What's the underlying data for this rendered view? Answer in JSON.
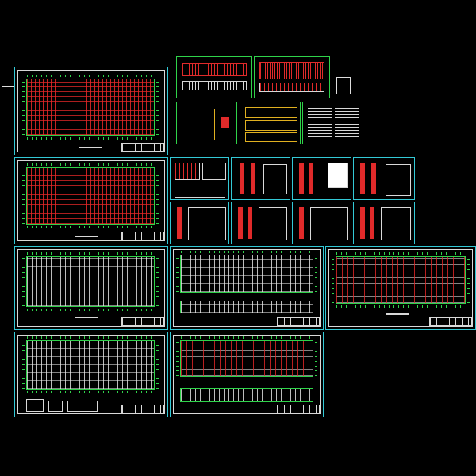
{
  "drawing": {
    "background": "#000000",
    "frame_color": "#33c9d6",
    "grid_colors": {
      "column_grid": "#2fd34a",
      "members": "#e02a2a",
      "lines": "#e6e6e6"
    },
    "sheets": [
      {
        "id": "plan-1",
        "kind": "floor-plan",
        "style": "red-grid"
      },
      {
        "id": "elev-a",
        "kind": "elevation",
        "style": "red-columns"
      },
      {
        "id": "elev-b",
        "kind": "elevation",
        "style": "red-columns"
      },
      {
        "id": "details-1",
        "kind": "details"
      },
      {
        "id": "details-2",
        "kind": "details"
      },
      {
        "id": "notes",
        "kind": "general-notes"
      },
      {
        "id": "plan-2",
        "kind": "floor-plan",
        "style": "red-grid"
      },
      {
        "id": "plan-3",
        "kind": "floor-plan",
        "style": "white-grid"
      },
      {
        "id": "plan-4",
        "kind": "floor-plan",
        "style": "white-grid"
      },
      {
        "id": "plan-5",
        "kind": "floor-plan",
        "style": "mixed-grid"
      },
      {
        "id": "plan-6",
        "kind": "floor-plan",
        "style": "white-grid"
      },
      {
        "id": "plan-7",
        "kind": "floor-plan",
        "style": "mixed-grid"
      }
    ]
  }
}
